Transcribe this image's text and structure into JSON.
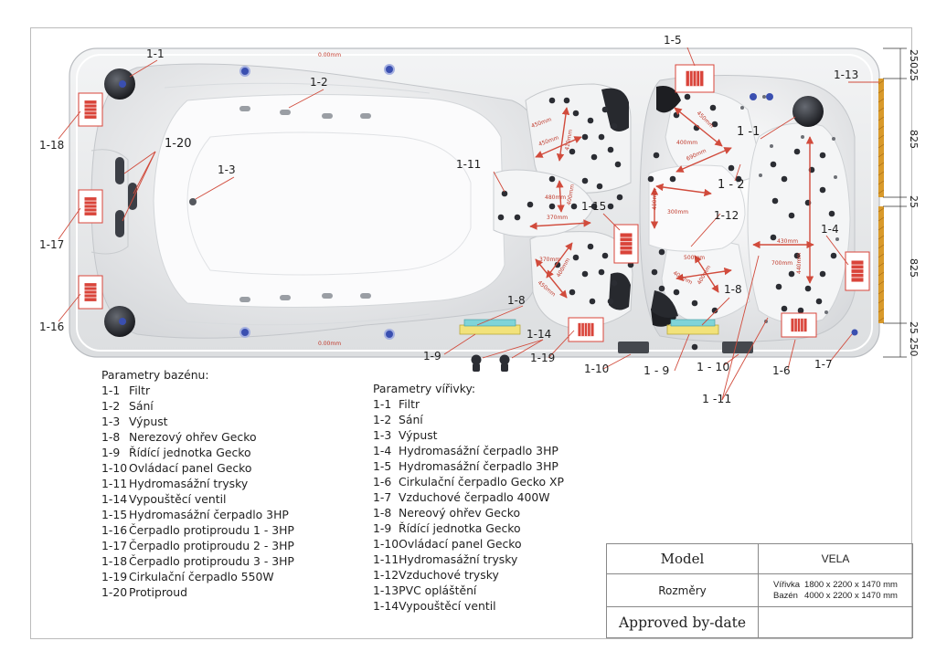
{
  "colors": {
    "annotation": "#c0392b",
    "leader": "#d14b3c",
    "shell": "#e9eaeb",
    "acrylic": "#f7f7f8",
    "jet": "#2b2d33",
    "jet_blue": "#3a4fb0",
    "heater": "#f2e27a",
    "panel_wood": "#d99a2b",
    "pump_red": "#d9443a"
  },
  "callouts": {
    "c1_1_pool": "1-1",
    "c1_2_pool": "1-2",
    "c1_3_pool": "1-3",
    "c1_5": "1-5",
    "c1_13": "1-13",
    "c1_18": "1-18",
    "c1_20": "1-20",
    "c1_17": "1-17",
    "c1_16": "1-16",
    "c1_11_pool": "1-11",
    "c1_15": "1-15",
    "c1_1_spa": "1 -1",
    "c1_2_spa": "1 - 2",
    "c1_12": "1-12",
    "c1_4": "1-4",
    "c1_8_pool": "1-8",
    "c1_8_spa": "1-8",
    "c1_14": "1-14",
    "c1_9_pool": "1-9",
    "c1_19": "1-19",
    "c1_10_pool": "1-10",
    "c1_9_spa": "1 - 9",
    "c1_10_spa": "1 - 10",
    "c1_6": "1-6",
    "c1_7": "1-7",
    "c1_11_spa": "1 -11"
  },
  "dimensions": {
    "right_top_pair": "25025",
    "right_825_top": "825",
    "right_25": "25",
    "right_825_bottom": "825",
    "right_bottom_pair": "25 250",
    "m450_a": "450mm",
    "m450_b": "450mm",
    "m450_c": "450mm",
    "m450_d": "450mm",
    "m450_e": "450mm",
    "m400_a": "400mm",
    "m400_b": "400mm",
    "m400_c": "400mm",
    "m400_d": "400mm",
    "m400_e": "400mm",
    "m370_a": "370mm",
    "m370_b": "370mm",
    "m410": "410mm",
    "m480": "480mm",
    "m300": "300mm",
    "m430": "430mm",
    "m700": "700mm",
    "m500": "500mm",
    "m440": "440mm",
    "m690": "690mm",
    "pool_0_top": "0.00mm",
    "pool_0_bottom": "0.00mm"
  },
  "legend_pool": {
    "title": "Parametry bazénu:",
    "items": [
      {
        "code": "1-1",
        "text": "Filtr"
      },
      {
        "code": "1-2",
        "text": "Sání"
      },
      {
        "code": "1-3",
        "text": "Výpust"
      },
      {
        "code": "1-8",
        "text": "Nerezový ohřev Gecko"
      },
      {
        "code": "1-9",
        "text": "Řídící jednotka Gecko"
      },
      {
        "code": "1-10",
        "text": "Ovládací panel Gecko"
      },
      {
        "code": "1-11",
        "text": "Hydromasážní trysky"
      },
      {
        "code": "1-14",
        "text": "Vypouštěcí ventil"
      },
      {
        "code": "1-15",
        "text": "Hydromasážní čerpadlo 3HP"
      },
      {
        "code": "1-16",
        "text": "Čerpadlo protiproudu 1 - 3HP"
      },
      {
        "code": "1-17",
        "text": "Čerpadlo protiproudu 2 - 3HP"
      },
      {
        "code": "1-18",
        "text": "Čerpadlo protiproudu 3 - 3HP"
      },
      {
        "code": "1-19",
        "text": "Cirkulační čerpadlo 550W"
      },
      {
        "code": "1-20",
        "text": "Protiproud"
      }
    ]
  },
  "legend_spa": {
    "title": "Parametry vířivky:",
    "items": [
      {
        "code": "1-1",
        "text": "Filtr"
      },
      {
        "code": "1-2",
        "text": "Sání"
      },
      {
        "code": "1-3",
        "text": "Výpust"
      },
      {
        "code": "1-4",
        "text": "Hydromasážní čerpadlo 3HP"
      },
      {
        "code": "1-5",
        "text": "Hydromasážní čerpadlo 3HP"
      },
      {
        "code": "1-6",
        "text": "Cirkulační čerpadlo Gecko XP"
      },
      {
        "code": "1-7",
        "text": "Vzduchové čerpadlo 400W"
      },
      {
        "code": "1-8",
        "text": "Nereový ohřev Gecko"
      },
      {
        "code": "1-9",
        "text": "Řídící jednotka Gecko"
      },
      {
        "code": "1-10",
        "text": "Ovládací panel Gecko"
      },
      {
        "code": "1-11",
        "text": "Hydromasážní trysky"
      },
      {
        "code": "1-12",
        "text": "Vzduchové trysky"
      },
      {
        "code": "1-13",
        "text": "PVC opláštění"
      },
      {
        "code": "1-14",
        "text": "Vypouštěcí ventil"
      }
    ]
  },
  "title_block": {
    "model_label": "Model",
    "model_value": "VELA",
    "dims_label": "Rozměry",
    "spa_label": "Vířivka",
    "spa_dims": "1800 x 2200 x 1470 mm",
    "pool_label": "Bazén",
    "pool_dims": "4000 x 2200 x 1470 mm",
    "approved_label": "Approved by-date"
  }
}
